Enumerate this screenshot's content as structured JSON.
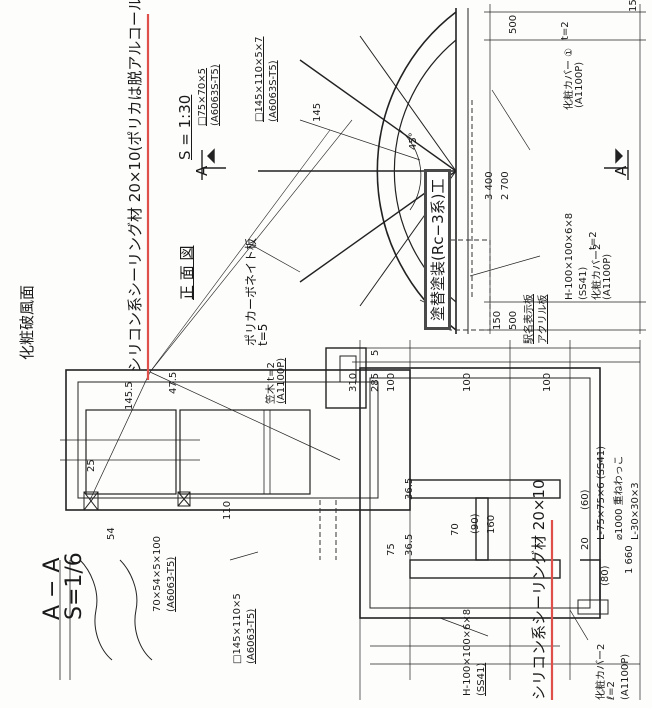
{
  "colors": {
    "ink": "#1a1a1a",
    "accent_line": "#e0504a",
    "box_border": "#4a4a4a"
  },
  "section": {
    "title": "A − A",
    "scale": "S=1/6",
    "heading": "化粧破風面"
  },
  "front": {
    "title": "正 面 図",
    "scale": "S = 1:30",
    "arrow_a": "A"
  },
  "labels": {
    "sealant_top": "シリコン系シーリング材 20×10(ポリカは脱アルコール)",
    "sealant_bottom": "シリコン系シーリング材 20×10",
    "polycarb": "ポリカーボネイト板",
    "polycarb_t": "t=5",
    "paint_box": "塗替塗装(Rc−3系)",
    "paint_box_suffix": "工",
    "member_sq75": "□75×70×5",
    "member_sq75_spec": "(A6063S-T5)",
    "member_sq145_top": "□145×110×5×7",
    "member_sq145_top_spec": "(A6063S-T5)",
    "member_sq145": "□145×110×5",
    "member_sq145_spec": "(A6063-T5)",
    "member_70": "70×54×5×100",
    "member_70_spec": "(A6063-T5)",
    "hbeam_top": "H-100×100×6×8",
    "hbeam_top_spec": "(SS41)",
    "hbeam_bot": "H-100×100×6×8",
    "hbeam_bot_spec": "(SS41)",
    "cover1": "化粧カバー ①",
    "cover1_t": "t=2",
    "cover1_spec": "(A1100P)",
    "cover2": "化粧カバー2",
    "cover2_t": "t=2",
    "cover2_spec": "(A1100P)",
    "cover2b": "化粧カバー2",
    "cover2b_sub": "ℓ=2",
    "cover2b_spec": "(A1100P)",
    "kasagi": "笠木 t=2",
    "kasagi_spec": "(A1100P)",
    "angle": "L-75×75×6 (SS41)",
    "anchor": "⌀1000 重ねわっこ",
    "angle30": "L-30×30×3",
    "nameplate": "駅名表示板",
    "nameplate_sub": "アクリル板"
  },
  "dims": {
    "d150_top": "150",
    "d500_top": "500",
    "d3400": "3 400",
    "d2700": "2 700",
    "d500_bot": "500",
    "d150_bot": "150",
    "d145": "145",
    "d45": "45°",
    "d310": "310",
    "d285": "285",
    "d5": "5",
    "d100a": "100",
    "d100b": "100",
    "d100c": "100",
    "d1455": "145.5",
    "d475": "47.5",
    "d25": "25",
    "d110": "110",
    "d75": "75",
    "d365a": "36.5",
    "d365b": "36.5",
    "d90": "(90)",
    "d160": "160",
    "d60": "(60)",
    "d20": "20",
    "d70": "70",
    "d80": "(80)",
    "d1660": "1 660",
    "d54": "54"
  }
}
